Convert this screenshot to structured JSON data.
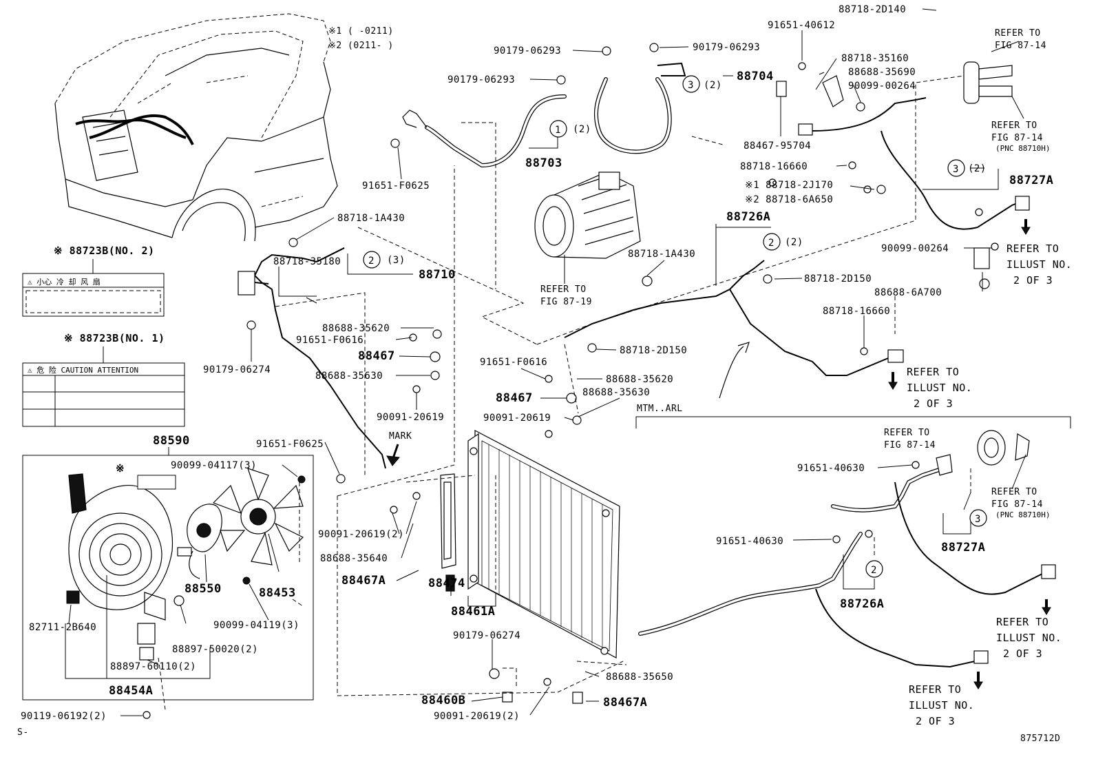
{
  "notes": {
    "note1": "※1 (      -0211)",
    "note2": "※2 (0211-      )",
    "mtm": "MTM..ARL",
    "mark": "MARK",
    "s_mark": "S-",
    "drawing_no": "875712D",
    "star": "※"
  },
  "labels": {
    "l2": {
      "title": "※ 88723B(NO. 2)",
      "row1": "⚠ 小心  冷 却 风 扇"
    },
    "l1": {
      "title": "※ 88723B(NO. 1)",
      "row1": "⚠ 危  险  CAUTION  ATTENTION"
    }
  },
  "parts": {
    "p01": "88718-2D140",
    "p02": "91651-40612",
    "p03": "90179-06293",
    "p04": "90179-06293",
    "p05": "88704",
    "p06": "(2)",
    "p07": "90179-06293",
    "p08": "88718-35160",
    "p09": "88688-35690",
    "p10": "90099-00264",
    "p11": "REFER TO",
    "p12": "FIG 87-14",
    "p13": "REFER TO",
    "p14": "FIG 87-14",
    "p15": "(PNC 88710H)",
    "p16": "(2)",
    "p17": "88703",
    "p18": "91651-F0625",
    "p19": "88467-95704",
    "p20": "88718-16660",
    "p21": "※1 88718-2J170",
    "p22": "※2 88718-6A650",
    "p23": "(2)",
    "p24": "88727A",
    "p25": "88718-1A430",
    "p26": "88726A",
    "p27": "(2)",
    "p28": "90099-00264",
    "p29": "REFER TO",
    "p30": "ILLUST NO.",
    "p31": "2 OF 3",
    "p32": "(3)",
    "p33": "88710",
    "p34": "88718-35180",
    "p35": "REFER TO",
    "p36": "FIG 87-19",
    "p37": "88718-1A430",
    "p38": "88718-2D150",
    "p39": "88688-6A700",
    "p40": "88718-16660",
    "p41": "88688-35620",
    "p42": "91651-F0616",
    "p43": "90179-06274",
    "p44": "88467",
    "p45": "88718-2D150",
    "p46": "88688-35630",
    "p47": "91651-F0616",
    "p48": "88688-35620",
    "p49": "88467",
    "p50": "88688-35630",
    "p51": "REFER TO",
    "p52": "ILLUST NO.",
    "p53": "2 OF 3",
    "p54": "90091-20619",
    "p55": "90091-20619",
    "p56": "88590",
    "p57": "90099-04117(3)",
    "p58": "91651-F0625",
    "p59": "REFER TO",
    "p60": "FIG 87-14",
    "p61": "91651-40630",
    "p62": "REFER TO",
    "p63": "FIG 87-14",
    "p64": "(PNC 88710H)",
    "p65": "90091-20619(2)",
    "p66": "88688-35640",
    "p67": "88467A",
    "p68": "88474",
    "p69": "88461A",
    "p70": "88550",
    "p71": "88453",
    "p72": "90099-04119(3)",
    "p73": "82711-2B640",
    "p74": "88897-50020(2)",
    "p75": "88897-60110(2)",
    "p76": "88454A",
    "p77": "91651-40630",
    "p78": "88727A",
    "p79": "88726A",
    "p80": "REFER TO",
    "p81": "ILLUST NO.",
    "p82": "2 OF 3",
    "p83": "90179-06274",
    "p84": "88688-35650",
    "p85": "88460B",
    "p86": "88467A",
    "p87": "90091-20619(2)",
    "p88": "90119-06192(2)",
    "p89": "REFER TO",
    "p90": "ILLUST NO.",
    "p91": "2 OF 3"
  },
  "markers": {
    "m1": "1",
    "m2": "3",
    "m3": "3",
    "m4": "2",
    "m5": "2",
    "m6": "3",
    "m7": "2"
  }
}
